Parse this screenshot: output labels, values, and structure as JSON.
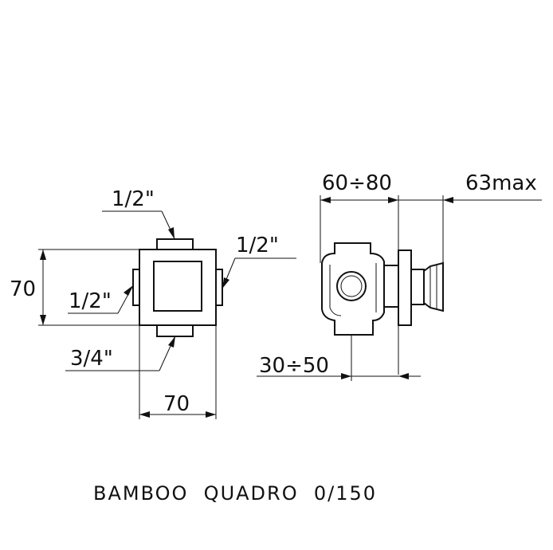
{
  "drawing": {
    "title": "BAMBOO  QUADRO  0/150",
    "front_view": {
      "thread_top": "1/2\"",
      "thread_right": "1/2\"",
      "thread_left": "1/2\"",
      "thread_bottom": "3/4\"",
      "height_dim": "70",
      "width_dim": "70"
    },
    "side_view": {
      "depth_range": "60÷80",
      "handle_max": "63max",
      "wall_range": "30÷50"
    }
  }
}
